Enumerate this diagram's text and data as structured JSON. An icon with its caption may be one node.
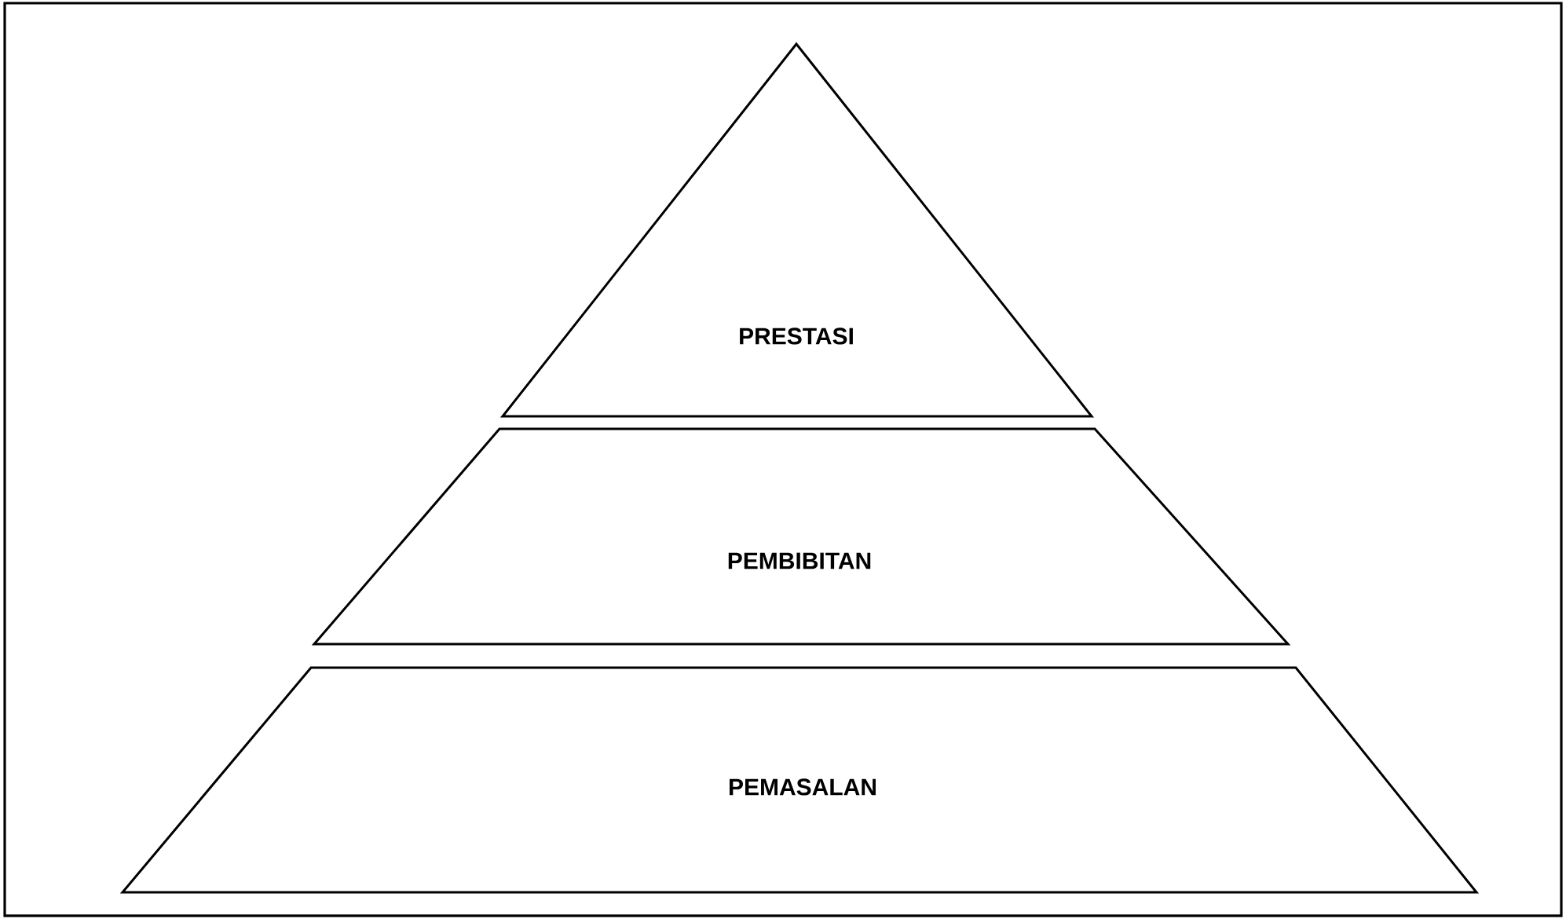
{
  "diagram": {
    "nodes": [
      {
        "text": [
          "PRESTASI"
        ]
      },
      {
        "text": [
          "PEMBIBITAN"
        ]
      },
      {
        "text": [
          "PEMASALAN"
        ]
      }
    ]
  }
}
